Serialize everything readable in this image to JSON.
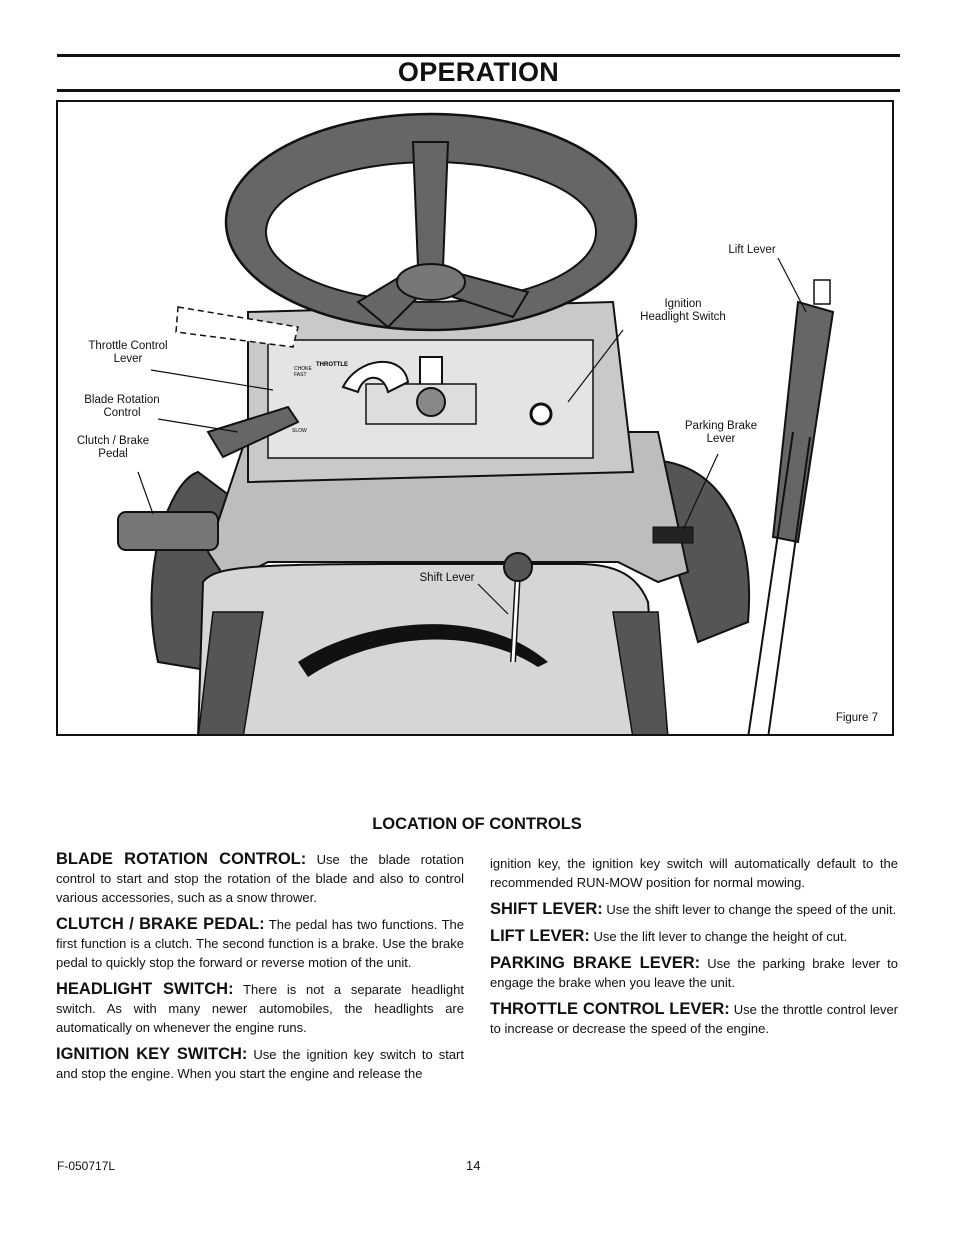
{
  "page": {
    "title": "OPERATION",
    "doc_code": "F-050717L",
    "page_number": "14"
  },
  "figure": {
    "label": "Figure 7",
    "callouts": {
      "throttle": "Throttle Control\nLever",
      "blade": "Blade Rotation\nControl",
      "clutch": "Clutch / Brake\nPedal",
      "ignition": "Ignition\nHeadlight Switch",
      "lift": "Lift Lever",
      "parking": "Parking Brake\nLever",
      "shift": "Shift Lever"
    },
    "panel_labels": {
      "throttle": "THROTTLE",
      "choke": "CHOKE",
      "fast": "FAST",
      "slow": "SLOW"
    }
  },
  "section": {
    "heading": "LOCATION OF CONTROLS",
    "left_column": [
      {
        "term": "BLADE ROTATION CONTROL:",
        "text": "Use the blade rotation control to start and stop the rotation of the blade and also to control various accessories, such as a snow thrower."
      },
      {
        "term": "CLUTCH / BRAKE PEDAL:",
        "text": "The pedal has two functions. The first function is a clutch. The second function is a brake. Use the brake pedal to quickly stop the forward or reverse motion of the unit."
      },
      {
        "term": "HEADLIGHT SWITCH:",
        "text": "There is not a separate headlight switch. As with many newer automobiles, the headlights are automatically on whenever the engine runs."
      },
      {
        "term": "IGNITION KEY SWITCH:",
        "text": "Use the ignition key switch to start and stop the engine. When you start the engine and release the"
      }
    ],
    "right_column": [
      {
        "term": "",
        "text": "ignition key, the ignition key switch will automatically default to the recommended RUN-MOW position for normal mowing."
      },
      {
        "term": "SHIFT LEVER:",
        "text": "Use the shift lever to change the speed of the unit."
      },
      {
        "term": "LIFT LEVER:",
        "text": "Use the lift lever to change the height of cut."
      },
      {
        "term": "PARKING BRAKE LEVER:",
        "text": "Use the parking brake lever to engage the brake when you leave the unit."
      },
      {
        "term": "THROTTLE CONTROL LEVER:",
        "text": "Use the throttle control lever to increase or decrease the speed of the engine."
      }
    ]
  }
}
